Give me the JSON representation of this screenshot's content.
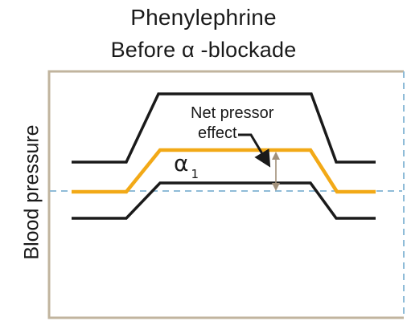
{
  "title": "Phenylephrine",
  "subtitle": "Before α -blockade",
  "axis": {
    "ylabel": "Blood pressure"
  },
  "annotation": {
    "line1": "Net pressor",
    "line2": "effect",
    "alpha_symbol": "α",
    "alpha_subscript": "1"
  },
  "colors": {
    "frame": "#c1b49e",
    "trace": "#1a1a1a",
    "alpha_trace": "#f2a917",
    "baseline": "#8fbcd8",
    "effect_arrow": "#a1907a"
  }
}
